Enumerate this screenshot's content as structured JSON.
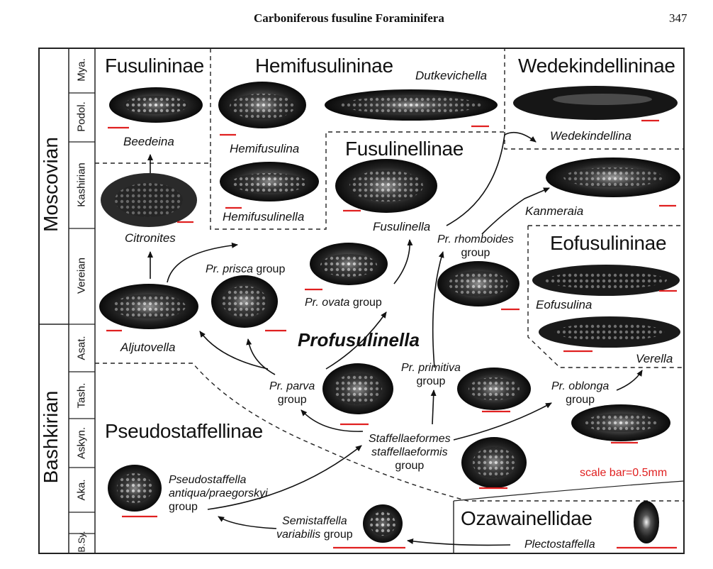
{
  "header": {
    "title": "Carboniferous fusuline Foraminifera",
    "page_number": "347"
  },
  "series": {
    "moscovian": "Moscovian",
    "bashkirian": "Bashkirian"
  },
  "stages": {
    "mya": "Mya.",
    "podol": "Podol.",
    "kashirian": "Kashirian",
    "vereian": "Vereian",
    "asat": "Asat.",
    "tash": "Tash.",
    "askyn": "Askyn.",
    "aka": "Aka.",
    "bsy": "B.Sy."
  },
  "subfamilies": {
    "fusulininae": "Fusulininae",
    "hemifusulininae": "Hemifusulininae",
    "wedekindellininae": "Wedekindellininae",
    "fusulinellinae": "Fusulinellinae",
    "eofusulininae": "Eofusulininae",
    "pseudostaffellinae": "Pseudostaffellinae",
    "ozawainellidae": "Ozawainellidae"
  },
  "genera": {
    "dutkevichella": "Dutkevichella",
    "beedeina": "Beedeina",
    "hemifusulina": "Hemifusulina",
    "wedekindellina": "Wedekindellina",
    "hemifusulinella": "Hemifusulinella",
    "kanmeraia": "Kanmeraia",
    "citronites": "Citronites",
    "fusulinella": "Fusulinella",
    "eofusulina": "Eofusulina",
    "aljutovella": "Aljutovella",
    "verella": "Verella",
    "plectostaffella": "Plectostaffella",
    "profusulinella": "Profusulinella"
  },
  "groups": {
    "rhomboides_1": "Pr. rhomboides",
    "rhomboides_2": "group",
    "prisca_name": "Pr. prisca",
    "prisca_word": " group",
    "ovata_name": "Pr. ovata",
    "ovata_word": " group",
    "primitiva_1": "Pr. primitiva",
    "primitiva_2": "group",
    "parva_1": "Pr. parva",
    "parva_2": "group",
    "oblonga_1": "Pr. oblonga",
    "oblonga_2": "group",
    "staff_1": "Staffellaeformes",
    "staff_2": "staffellaeformis",
    "staff_3": "group",
    "pseudo_1": "Pseudostaffella",
    "pseudo_2": "antiqua/praegorskyi",
    "pseudo_3": "group",
    "semi_1": "Semistaffella",
    "semi_2": "variabilis",
    "semi_3": " group"
  },
  "scale_note": "scale bar=0.5mm",
  "colors": {
    "scale_bar": "#e02020",
    "fossil": "#1a1a1a",
    "frame": "#222222"
  }
}
